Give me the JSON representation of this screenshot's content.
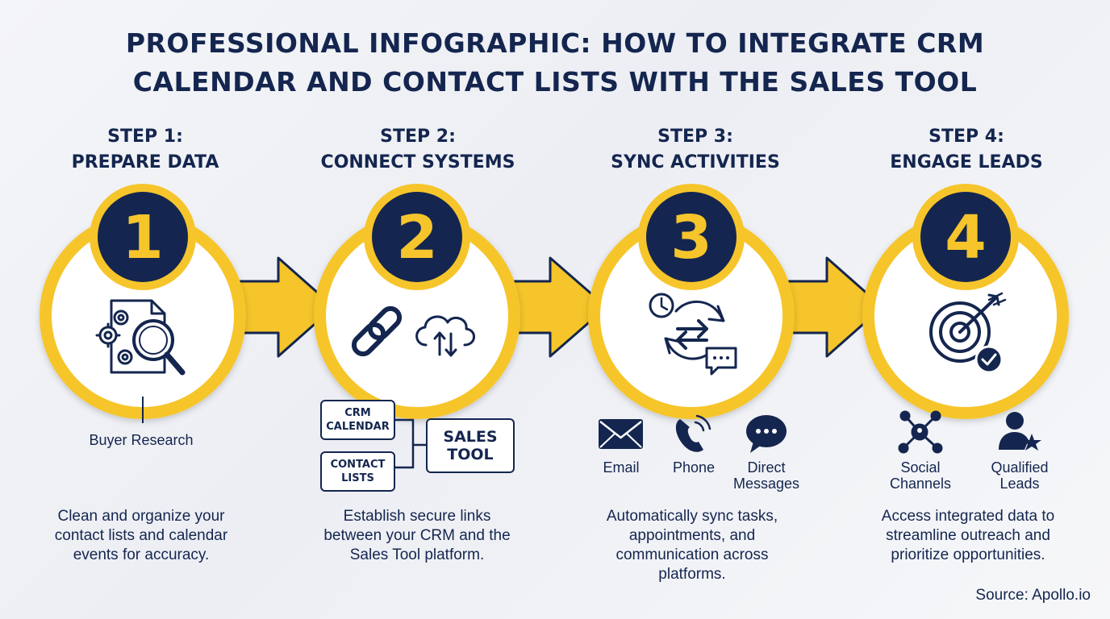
{
  "title_line1": "PROFESSIONAL INFOGRAPHIC: HOW TO INTEGRATE CRM",
  "title_line2": "CALENDAR AND CONTACT LISTS WITH THE SALES TOOL",
  "colors": {
    "navy": "#14264f",
    "yellow": "#f6c52b",
    "white": "#ffffff"
  },
  "steps": [
    {
      "step": "STEP 1:",
      "name": "PREPARE DATA",
      "number": "1",
      "icon": "document-gears-magnifier-icon",
      "desc": [
        "Clean and organize your",
        "contact lists and calendar",
        "events for accuracy."
      ]
    },
    {
      "step": "STEP 2:",
      "name": "CONNECT SYSTEMS",
      "number": "2",
      "icon": "link-cloud-sync-icon",
      "desc": [
        "Establish secure links",
        "between your CRM and the",
        "Sales Tool platform."
      ]
    },
    {
      "step": "STEP 3:",
      "name": "SYNC ACTIVITIES",
      "number": "3",
      "icon": "clock-sync-chat-icon",
      "desc": [
        "Automatically sync tasks,",
        "appointments, and",
        "communication across",
        "platforms."
      ]
    },
    {
      "step": "STEP 4:",
      "name": "ENGAGE LEADS",
      "number": "4",
      "icon": "target-check-icon",
      "desc": [
        "Access integrated data to",
        "streamline outreach and",
        "prioritize opportunities."
      ]
    }
  ],
  "step1_callout": "Buyer Research",
  "step2_boxes": {
    "crm_l1": "CRM",
    "crm_l2": "CALENDAR",
    "contact_l1": "CONTACT",
    "contact_l2": "LISTS",
    "sales_l1": "SALES",
    "sales_l2": "TOOL"
  },
  "step3_channels": {
    "email": "Email",
    "phone": "Phone",
    "direct_l1": "Direct",
    "direct_l2": "Messages"
  },
  "step4_items": {
    "social_l1": "Social",
    "social_l2": "Channels",
    "qualified_l1": "Qualified",
    "qualified_l2": "Leads"
  },
  "source": "Source: Apollo.io"
}
